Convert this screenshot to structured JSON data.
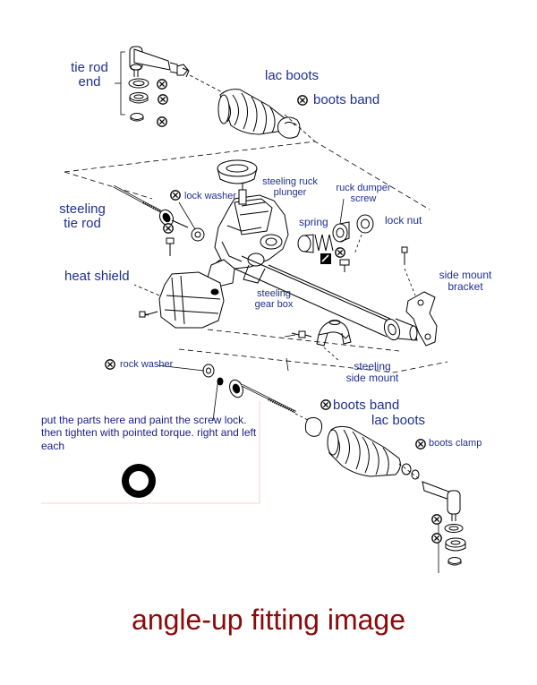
{
  "labels": {
    "tie_rod_end": "tie rod\nend",
    "lac_boots_top": "lac boots",
    "boots_band_top": "boots band",
    "steeling_ruck_plunger": "steeling ruck\nplunger",
    "lock_washer": "lock washer",
    "ruck_dumper_screw": "ruck dumper\nscrew",
    "steeling_tie_rod": "steeling\ntie rod",
    "spring": "spring",
    "lock_nut": "lock nut",
    "side_mount_bracket": "side mount\nbracket",
    "heat_shield": "heat shield",
    "steeling_gear_box": "steeling\ngear box",
    "rock_washer": "rock washer",
    "steeling_side_mount": "steeling\nside mount",
    "boots_band_bottom": "boots band",
    "lac_boots_bottom": "lac boots",
    "boots_clamp": "boots clamp"
  },
  "note": "put the parts here and paint the screw lock. then tighten with pointed torque. right and left each",
  "title": "angle-up fitting image",
  "colors": {
    "label_text": "#1f2f8f",
    "title_text": "#8b0a0a",
    "line_art": "#000000"
  },
  "icons": {
    "replace_marker": "circled-x-icon",
    "screw_lock_marker": "screw-lock-icon"
  }
}
